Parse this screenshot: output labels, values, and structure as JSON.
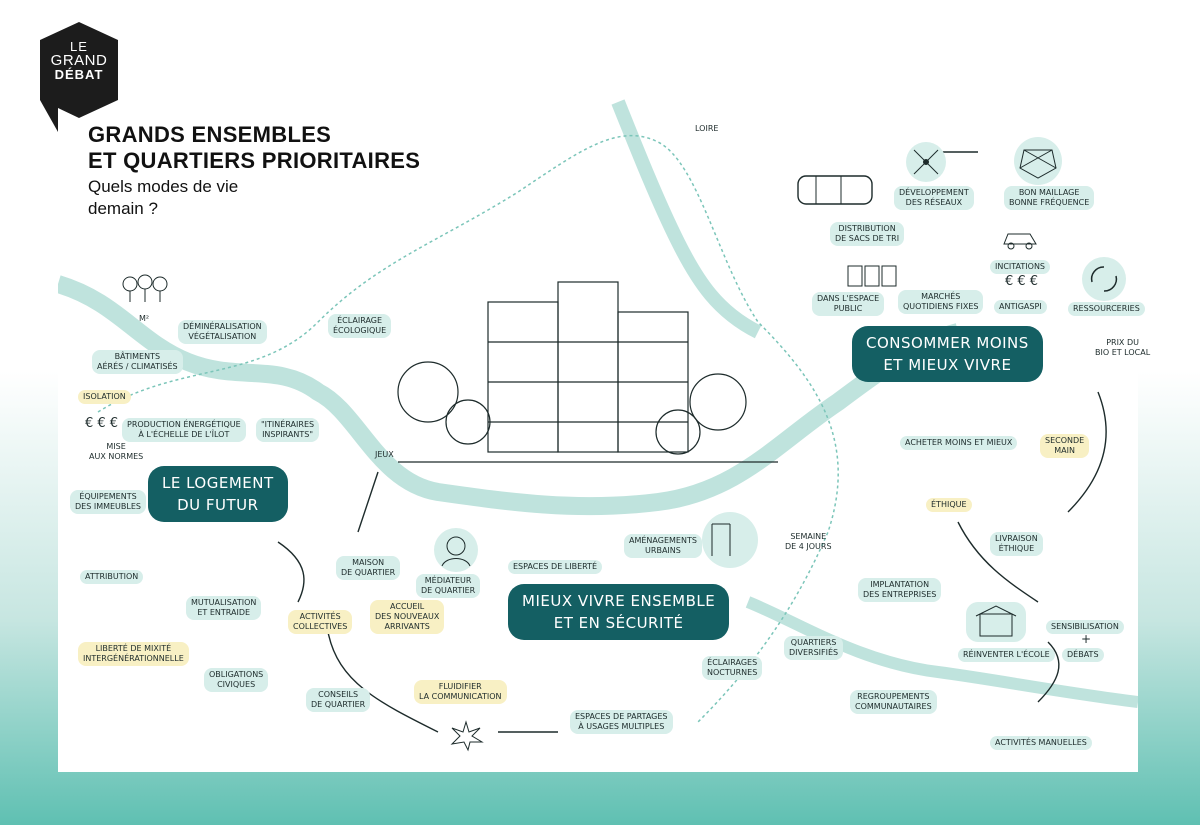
{
  "logo": {
    "line1": "LE",
    "line2": "GRAND",
    "line3": "DÉBAT"
  },
  "title": {
    "line1": "GRANDS ENSEMBLES",
    "line2": "ET QUARTIERS PRIORITAIRES"
  },
  "subtitle": {
    "line1": "Quels modes de vie",
    "line2": "demain ?"
  },
  "sections": {
    "logement": {
      "line1": "LE LOGEMENT",
      "line2": "DU FUTUR"
    },
    "ensemble": {
      "line1": "MIEUX VIVRE ENSEMBLE",
      "line2": "ET EN SÉCURITÉ"
    },
    "consommer": {
      "line1": "CONSOMMER MOINS",
      "line2": "ET MIEUX VIVRE"
    }
  },
  "labels": {
    "m2": "M²",
    "batiments": [
      "BÂTIMENTS",
      "AÉRÉS / CLIMATISÉS"
    ],
    "demineralisation": [
      "DÉMINÉRALISATION",
      "VÉGÉTALISATION"
    ],
    "eclairage_eco": [
      "ÉCLAIRAGE",
      "ÉCOLOGIQUE"
    ],
    "isolation": "ISOLATION",
    "euro": "€ € €",
    "mise_normes": [
      "MISE",
      "AUX NORMES"
    ],
    "production": [
      "PRODUCTION ÉNERGÉTIQUE",
      "À L'ÉCHELLE DE L'ÎLOT"
    ],
    "itineraires": [
      "\"ITINÉRAIRES",
      "INSPIRANTS\""
    ],
    "equipements": [
      "ÉQUIPEMENTS",
      "DES IMMEUBLES"
    ],
    "attribution": "ATTRIBUTION",
    "liberte_mixite": [
      "LIBERTÉ DE MIXITÉ",
      "INTERGÉNÉRATIONNELLE"
    ],
    "mutualisation": [
      "MUTUALISATION",
      "ET ENTRAIDE"
    ],
    "obligations": [
      "OBLIGATIONS",
      "CIVIQUES"
    ],
    "activites_collectives": [
      "ACTIVITÉS",
      "COLLECTIVES"
    ],
    "conseils": [
      "CONSEILS",
      "DE QUARTIER"
    ],
    "jeux": "JEUX",
    "maison_quartier": [
      "MAISON",
      "DE QUARTIER"
    ],
    "mediateur": [
      "MÉDIATEUR",
      "DE QUARTIER"
    ],
    "accueil": [
      "ACCUEIL",
      "DES NOUVEAUX",
      "ARRIVANTS"
    ],
    "fluidifier": [
      "FLUIDIFIER",
      "LA COMMUNICATION"
    ],
    "espaces_liberte": "ESPACES DE LIBERTÉ",
    "amenagements": [
      "AMÉNAGEMENTS",
      "URBAINS"
    ],
    "espaces_partages": [
      "ESPACES DE PARTAGES",
      "À USAGES MULTIPLES"
    ],
    "eclairages_nocturnes": [
      "ÉCLAIRAGES",
      "NOCTURNES"
    ],
    "semaine": [
      "SEMAINE",
      "DE 4 JOURS"
    ],
    "implantation": [
      "IMPLANTATION",
      "DES ENTREPRISES"
    ],
    "quartiers_diversifies": [
      "QUARTIERS",
      "DIVERSIFIÉS"
    ],
    "regroupements": [
      "REGROUPEMENTS",
      "COMMUNAUTAIRES"
    ],
    "reinventer": "RÉINVENTER L'ÉCOLE",
    "sensibilisation": "SENSIBILISATION",
    "plus": "+",
    "debats": "DÉBATS",
    "activites_manuelles": "ACTIVITÉS MANUELLES",
    "loire": "LOIRE",
    "developpement": [
      "DÉVELOPPEMENT",
      "DES RÉSEAUX"
    ],
    "maillage": [
      "BON MAILLAGE",
      "BONNE FRÉQUENCE"
    ],
    "distribution": [
      "DISTRIBUTION",
      "DE SACS DE TRI"
    ],
    "dans_espace": [
      "DANS L'ESPACE",
      "PUBLIC"
    ],
    "marches": [
      "MARCHÉS",
      "QUOTIDIENS FIXES"
    ],
    "incitations": "INCITATIONS",
    "antigaspi": "ANTIGASPI",
    "ressourceries": "RESSOURCERIES",
    "prix_bio": [
      "PRIX DU",
      "BIO ET LOCAL"
    ],
    "acheter": "ACHETER MOINS ET MIEUX",
    "seconde_main": [
      "SECONDE",
      "MAIN"
    ],
    "ethique": "ÉTHIQUE",
    "livraison": [
      "LIVRAISON",
      "ÉTHIQUE"
    ]
  },
  "colors": {
    "teal_dark": "#145f63",
    "teal_light": "#d7eeea",
    "yellow_light": "#f8f0c4",
    "river": "#bfe3dd",
    "ink": "#1d2b2b"
  }
}
